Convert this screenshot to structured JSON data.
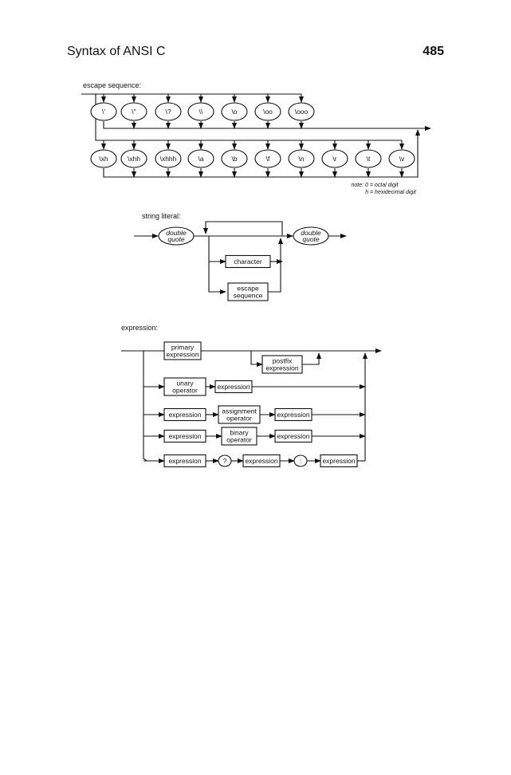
{
  "header": {
    "title": "Syntax of ANSI C",
    "page_number": "485"
  },
  "escape_sequence": {
    "label": "escape sequence:",
    "row1": [
      "\\'",
      "\\\"",
      "\\?",
      "\\\\",
      "\\o",
      "\\oo",
      "\\ooo"
    ],
    "row2": [
      "\\xh",
      "\\xhh",
      "\\xhhh",
      "\\a",
      "\\b",
      "\\f",
      "\\n",
      "\\r",
      "\\t",
      "\\v"
    ],
    "note_line1": "note: 0 = octal digit",
    "note_line2": "h = hexidecimal digit"
  },
  "string_literal": {
    "label": "string literal:",
    "open_quote": [
      "double",
      "quote"
    ],
    "close_quote": [
      "double",
      "quote"
    ],
    "character": "character",
    "escape_sequence": [
      "escape",
      "sequence"
    ]
  },
  "expression": {
    "label": "expression:",
    "primary": [
      "primary",
      "expression"
    ],
    "postfix": [
      "postfix",
      "expression"
    ],
    "unary_operator": [
      "unary",
      "operator"
    ],
    "expression": "expression",
    "assignment_operator": [
      "assignment",
      "operator"
    ],
    "binary_operator": [
      "binary",
      "operator"
    ],
    "question": "?",
    "colon": ":"
  }
}
